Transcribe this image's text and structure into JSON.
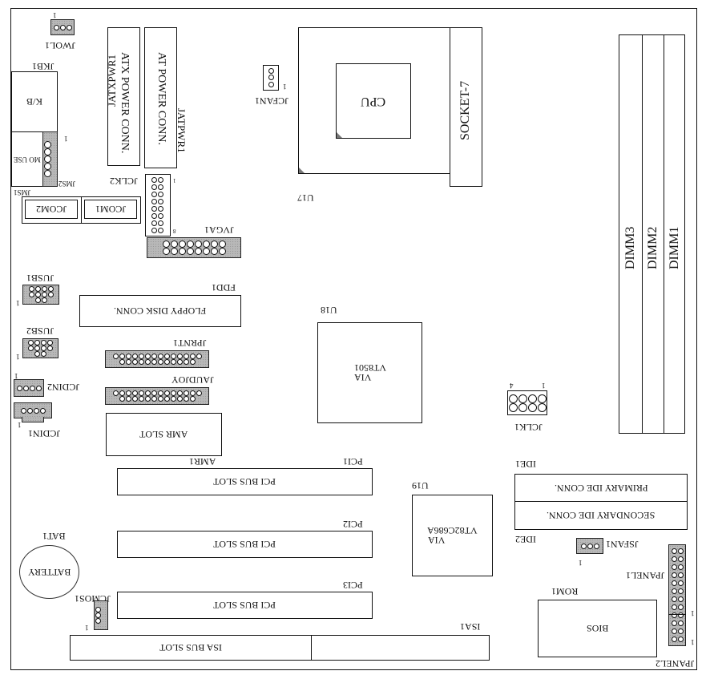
{
  "diagram": {
    "title": "Motherboard Layout (Socket-7, VIA VT8501 / VT82C686A)",
    "orientation": "rotated-180"
  },
  "labels": {
    "jwol1": "JWOL1",
    "jwol1_pin1": "1",
    "jkb1": "JKB1",
    "kb": "K/B",
    "mouse": "MO USE",
    "jms1": "JMS1",
    "jms2": "JMS2",
    "jms2_pin1": "1",
    "jcom1": "JCOM1",
    "jcom2": "JCOM2",
    "atx_power": "ATX POWER CONN.",
    "jatxpwr1": "JATXPWR1",
    "at_power": "AT POWER CONN.",
    "jatpwr1": "JATPWR1",
    "jclk2": "JCLK2",
    "jclk2_pin1": "1",
    "jclk2_pin8": "8",
    "jvga1": "JVGA1",
    "jcfan1": "JCFAN1",
    "jcfan1_pin1": "1",
    "cpu": "CPU",
    "socket": "SOCKET-7",
    "u17": "U17",
    "dimm3": "DIMM3",
    "dimm2": "DIMM2",
    "dimm1": "DIMM1",
    "jusb1": "JUSB1",
    "jusb1_pin1": "1",
    "jusb2": "JUSB2",
    "jusb2_pin1": "1",
    "fdd1": "FDD1",
    "floppy": "FLOPPY DISK CONN.",
    "jprnt1": "JPRNT1",
    "jaudjoy": "JAUDJOY",
    "jcdin2": "JCDIN2",
    "jcdin2_pin1": "1",
    "jcdin1": "JCDIN1",
    "jcdin1_pin1": "1",
    "amr_slot": "AMR SLOT",
    "amr1": "AMR1",
    "u18": "U18",
    "north_bridge_line1": "VIA",
    "north_bridge_line2": "VT8501",
    "jclk1": "JCLK1",
    "jclk1_pin1": "1",
    "jclk1_pin4": "4",
    "pci1": "PCI1",
    "pci2": "PCI2",
    "pci3": "PCI3",
    "pci_slot": "PCI BUS SLOT",
    "u19": "U19",
    "south_bridge_line1": "VIA",
    "south_bridge_line2": "VT82C686A",
    "ide1": "IDE1",
    "ide2": "IDE2",
    "primary_ide": "PRIMARY IDE CONN.",
    "secondary_ide": "SECONDARY IDE CONN.",
    "jsfan1": "JSFAN1",
    "jsfan1_pin1": "1",
    "jpanel1": "JPANEL1",
    "jpanel1_pin1": "1",
    "jpanel2": "JPANEL2",
    "jpanel2_pin1": "1",
    "rom1": "ROM1",
    "bios": "BIOS",
    "bat1": "BAT1",
    "battery": "BATTERY",
    "jcmos1": "JCMOS1",
    "jcmos1_pin1": "1",
    "isa1": "ISA1",
    "isa_slot": "ISA BUS SLOT"
  },
  "colors": {
    "outline": "#111111",
    "header_fill": "#b8b8b8",
    "background": "#ffffff"
  }
}
